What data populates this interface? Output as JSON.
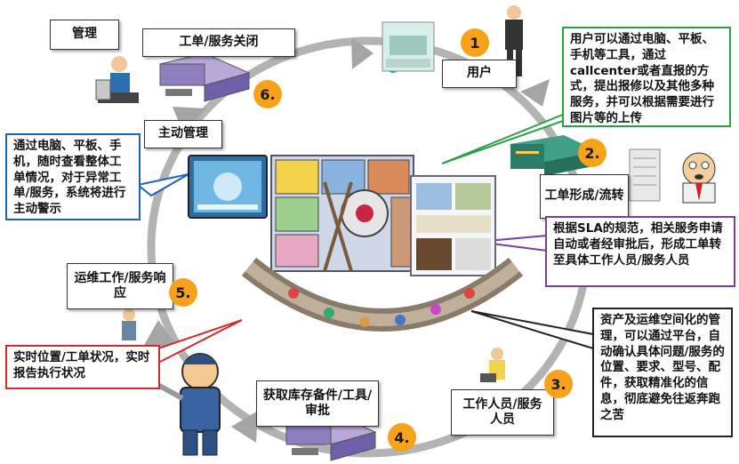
{
  "steps": {
    "s1": {
      "num": "1",
      "label": "用户"
    },
    "s2": {
      "num": "2.",
      "label": "工单形成/流转"
    },
    "s3": {
      "num": "3.",
      "label": "工作人员/服务人员"
    },
    "s4": {
      "num": "4.",
      "label": "获取库存备件/工具/审批"
    },
    "s5": {
      "num": "5.",
      "label": "运维工作/服务响应"
    },
    "s6": {
      "num": "6.",
      "label": "工单/服务关闭"
    }
  },
  "labels": {
    "manage": "管理",
    "active_manage": "主动管理"
  },
  "callouts": {
    "user": "用户可以通过电脑、平板、手机等工具，通过callcenter或者直报的方式，提出报修以及其他多种服务，并可以根据需要进行图片等的上传",
    "sla": "根据SLA的规范，相关服务申请自动或者经审批后，形成工单转至具体工作人员/服务人员",
    "asset": "资产及运维空间化的管理，可以通过平台，自动确认具体问题/服务的位置、要求、型号、配件，获取精准化的信息，彻底避免往返奔跑之苦",
    "active": "通过电脑、平板、手机，随时查看整体工单情况，对于异常工单/服务，系统将进行主动警示",
    "realtime": "实时位置/工单状况，实时报告执行状况"
  },
  "colors": {
    "cycle": "#b3b3b3",
    "number_badge": "#f7a21b",
    "green_callout": "#2ea043",
    "purple_callout": "#7a3fa0",
    "blue_callout": "#1d63b0",
    "red_callout": "#d42a2a",
    "black_callout": "#222222"
  }
}
